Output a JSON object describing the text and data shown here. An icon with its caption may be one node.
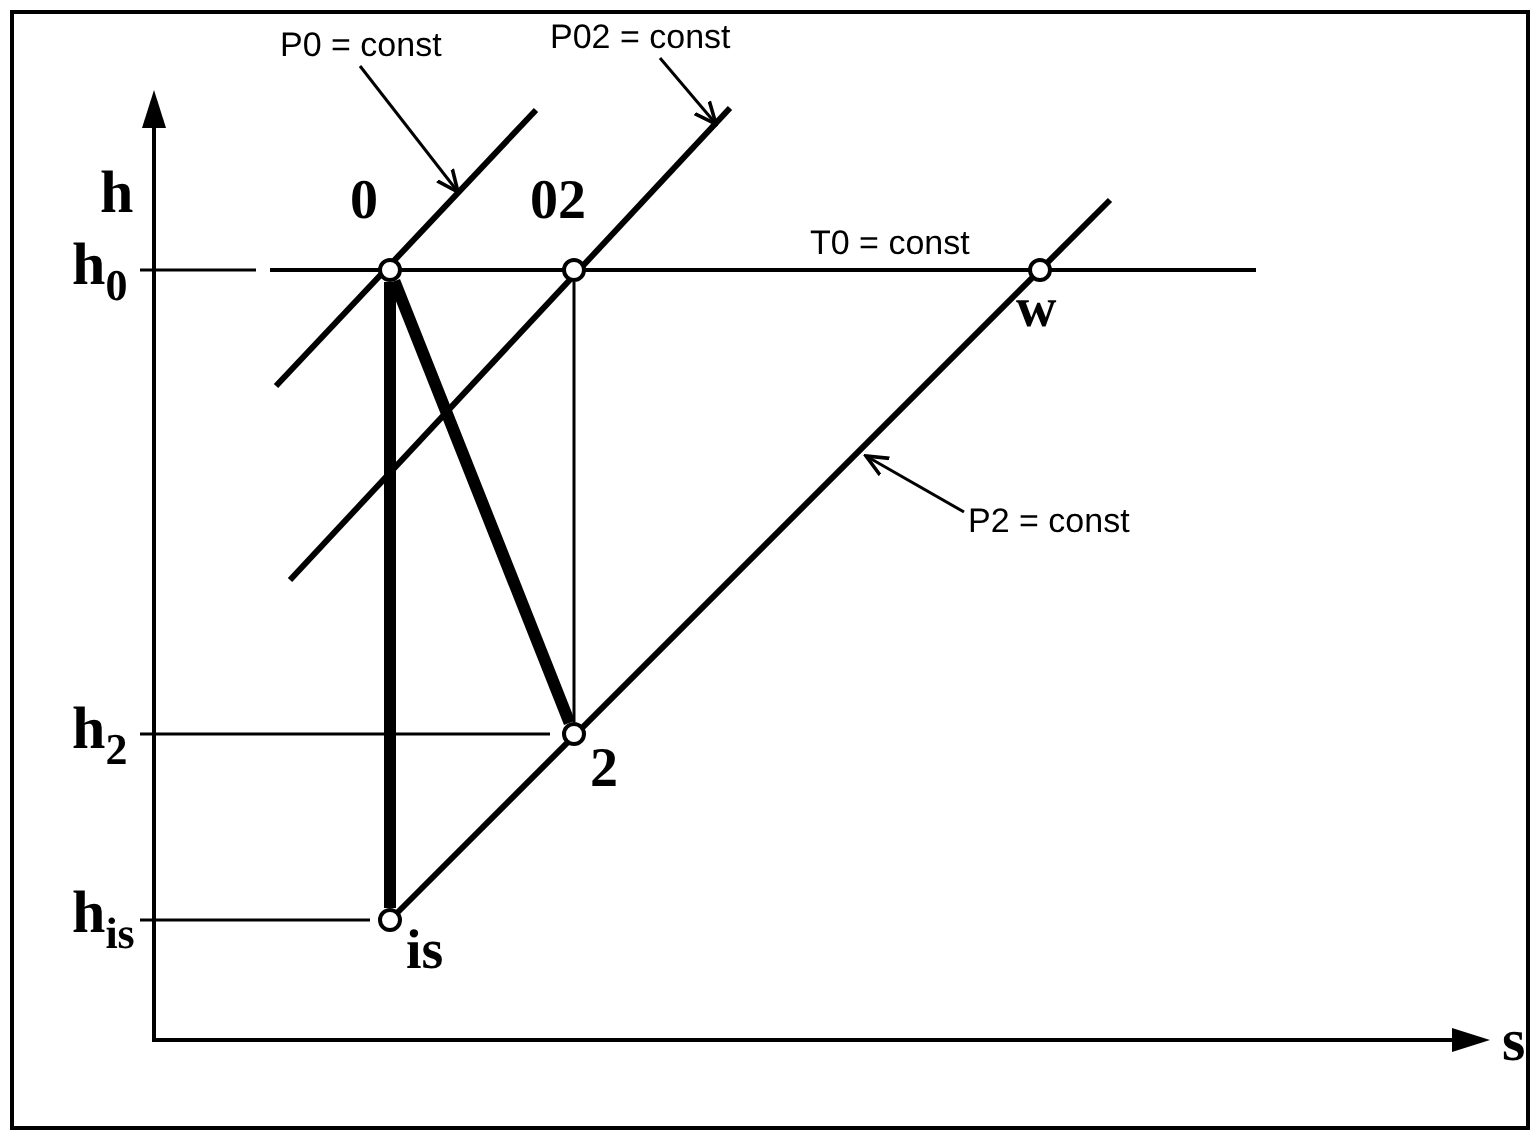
{
  "diagram": {
    "nodes": [
      {
        "text": [],
        "shape": "circle",
        "beside": [
          "0"
        ]
      },
      {
        "text": [],
        "shape": "circle",
        "beside": [
          "02"
        ]
      },
      {
        "text": [],
        "shape": "circle",
        "beside": [
          "w"
        ]
      },
      {
        "text": [],
        "shape": "circle",
        "beside": [
          "2"
        ]
      },
      {
        "text": [],
        "shape": "circle",
        "beside": [
          "is"
        ]
      },
      {
        "text": [
          "P0 = const"
        ]
      },
      {
        "text": [
          "P02 = const"
        ]
      },
      {
        "text": [
          "P2 = const"
        ]
      }
    ],
    "edges": [
      {
        "from": 0,
        "to": 3,
        "arrow": "none",
        "style": "thick"
      },
      {
        "from": 0,
        "to": 4,
        "arrow": "none",
        "style": "thick"
      },
      {
        "from": 1,
        "to": 3,
        "arrow": "none"
      },
      {
        "from": 5,
        "to": null,
        "arrow": "to"
      },
      {
        "from": 6,
        "to": null,
        "arrow": "to"
      },
      {
        "from": 7,
        "to": null,
        "arrow": "to"
      }
    ],
    "labels": [
      "h",
      "h$_{0}$",
      "T0 = const",
      "h$_{2}$",
      "h$_{is}$",
      "s"
    ]
  }
}
